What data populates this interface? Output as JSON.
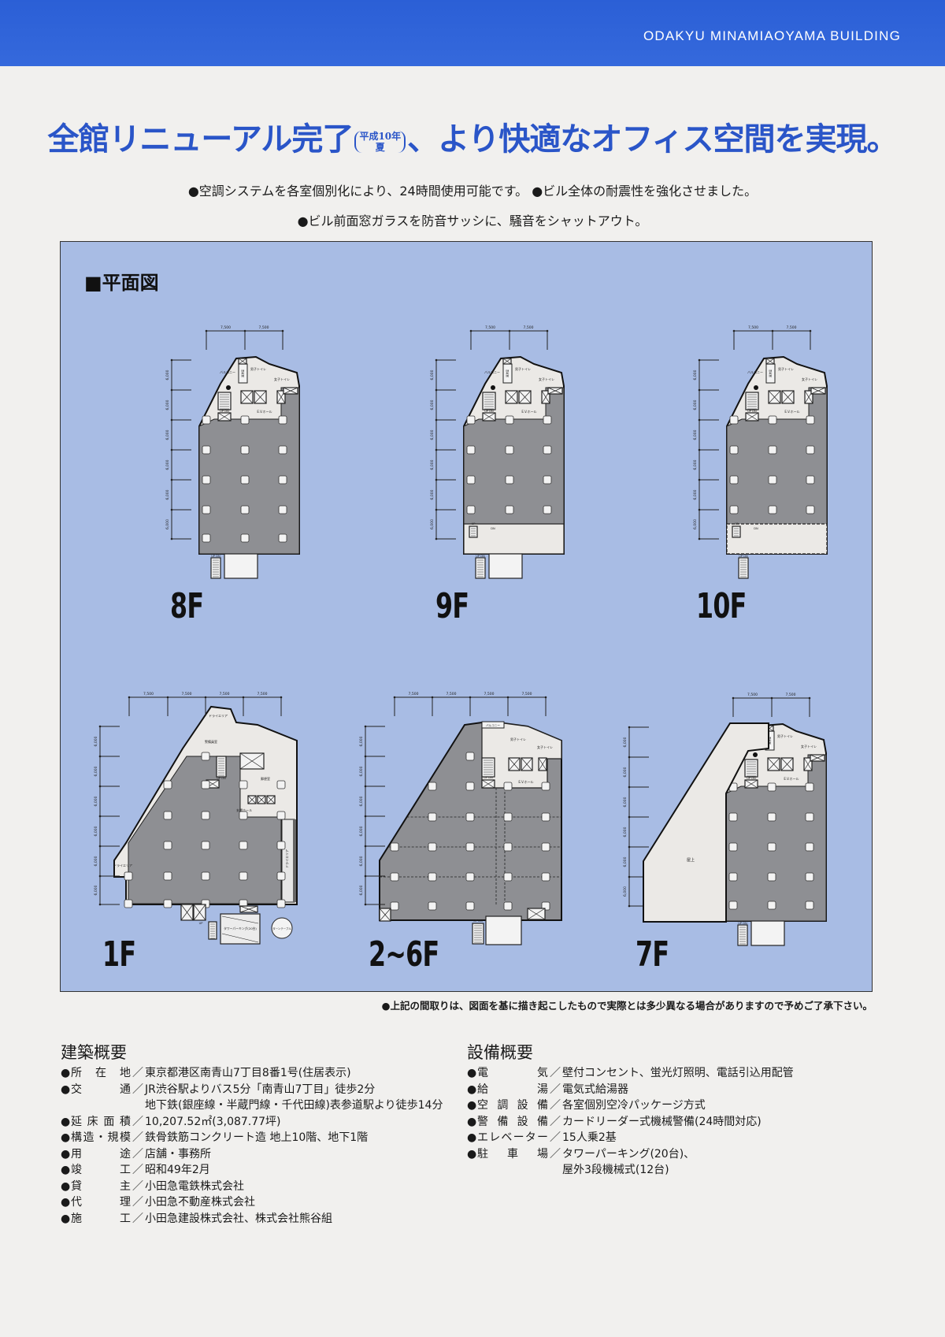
{
  "header": {
    "title": "ODAKYU MINAMIAOYAMA BUILDING"
  },
  "headline": {
    "main": "全館リニューアル完了",
    "note_top": "平成10年",
    "note_bottom": "夏",
    "rest": "、より快適なオフィス空間を実現。"
  },
  "features": [
    "●空調システムを各室個別化により、24時間使用可能です。 ●ビル全体の耐震性を強化させました。",
    "●ビル前面窓ガラスを防音サッシに、騒音をシャットアウト。"
  ],
  "plan_section": {
    "title": "■平面図",
    "floors": [
      "8F",
      "9F",
      "10F",
      "1F",
      "2~6F",
      "7F"
    ],
    "dims": {
      "bay_x": "7,500",
      "bay_y": "6,000"
    },
    "rooms": {
      "ev_hall": "E.V.ホール",
      "up_dn": "UP DN",
      "up": "UP",
      "dn": "DN",
      "male_wc": "男子トイレ",
      "female_wc": "女子トイレ",
      "balcony": "バルコニー",
      "kitchen": "湯沸室",
      "dry_area": "ドライエリア",
      "guard_room": "警備員室",
      "mail_room": "郵便室",
      "entrance_hall": "玄関ホール",
      "tower_parking": "タワーパーキング(20台)",
      "turntable": "ターンテーブル",
      "rooftop": "屋上"
    },
    "note": "●上記の間取りは、図面を基に描き起こしたもので実際とは多少異なる場合がありますので予めご了承下さい。"
  },
  "building": {
    "title": "建築概要",
    "rows": [
      {
        "label": "所在地",
        "value": "東京都港区南青山7丁目8番1号(住居表示)"
      },
      {
        "label": "交通",
        "value": "JR渋谷駅よりバス5分「南青山7丁目」徒歩2分",
        "cont": "地下鉄(銀座線・半蔵門線・千代田線)表参道駅より徒歩14分"
      },
      {
        "label": "延床面積",
        "value": "10,207.52㎡(3,087.77坪)"
      },
      {
        "label": "構造・規模",
        "value": "鉄骨鉄筋コンクリート造 地上10階、地下1階"
      },
      {
        "label": "用途",
        "value": "店舗・事務所"
      },
      {
        "label": "竣工",
        "value": "昭和49年2月"
      },
      {
        "label": "貸主",
        "value": "小田急電鉄株式会社"
      },
      {
        "label": "代理",
        "value": "小田急不動産株式会社"
      },
      {
        "label": "施工",
        "value": "小田急建設株式会社、株式会社熊谷組"
      }
    ]
  },
  "equipment": {
    "title": "設備概要",
    "rows": [
      {
        "label": "電気",
        "value": "壁付コンセント、蛍光灯照明、電話引込用配管"
      },
      {
        "label": "給湯",
        "value": "電気式給湯器"
      },
      {
        "label": "空調設備",
        "value": "各室個別空冷パッケージ方式"
      },
      {
        "label": "警備設備",
        "value": "カードリーダー式機械警備(24時間対応)"
      },
      {
        "label": "エレベーター",
        "value": "15人乗2基"
      },
      {
        "label": "駐車場",
        "value": "タワーパーキング(20台)、",
        "cont": "屋外3段機械式(12台)"
      }
    ]
  },
  "colors": {
    "accent": "#2a55c8",
    "topbar": "#2b5fd6",
    "panel": "#a8bce4",
    "office": "#8e8f93",
    "core": "#ebe9e6"
  }
}
